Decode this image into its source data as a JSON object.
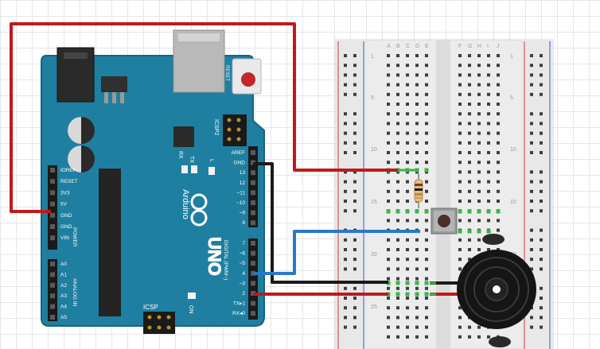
{
  "board": {
    "name": "Arduino",
    "model": "UNO",
    "reset_label": "RESET",
    "icsp2_label": "ICSP2",
    "icsp_label": "ICSP",
    "tx_label": "TX",
    "rx_label": "RX",
    "l_label": "L",
    "on_label": "ON",
    "power_label": "POWER",
    "analog_label": "ANALOG IN",
    "digital_label": "DIGITAL (PWM~)",
    "header_pins_top": [
      "AREF",
      "GND",
      "13",
      "12",
      "~11",
      "~10",
      "~9",
      "8"
    ],
    "header_pins_bottom": [
      "7",
      "~6",
      "~5",
      "4",
      "~3",
      "2",
      "TX▸1",
      "RX◂0"
    ],
    "power_pins": [
      "IOREF",
      "RESET",
      "3V3",
      "5V",
      "GND",
      "GND",
      "VIN"
    ],
    "analog_pins": [
      "A0",
      "A1",
      "A2",
      "A3",
      "A4",
      "A5"
    ],
    "colors": {
      "pcb": "#1f7fa0",
      "pcb_edge": "#16647f",
      "silk": "#ffffff"
    }
  },
  "breadboard": {
    "columns_left": [
      "A",
      "B",
      "C",
      "D",
      "E"
    ],
    "columns_right": [
      "F",
      "G",
      "H",
      "I",
      "J"
    ],
    "row_numbers": [
      "1",
      "5",
      "10",
      "15",
      "20",
      "25"
    ]
  },
  "components": {
    "resistor": "resistor-icon",
    "button": "pushbutton-icon",
    "buzzer": "piezo-buzzer-icon"
  },
  "wires": {
    "colors": {
      "red": "#c0191c",
      "black": "#1a1a1a",
      "blue": "#2a78c8",
      "green": "#3bb54a"
    }
  }
}
